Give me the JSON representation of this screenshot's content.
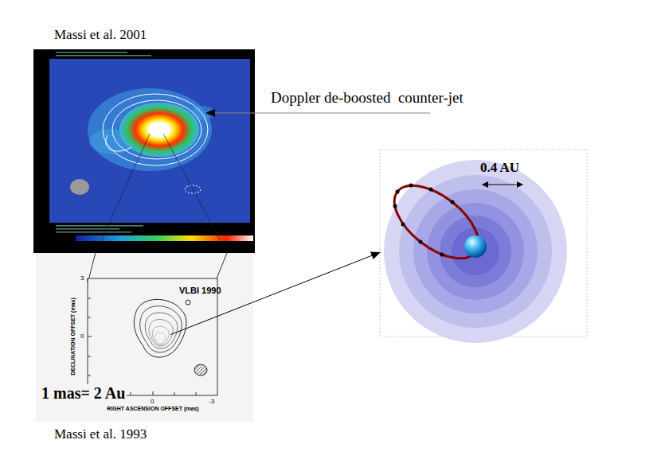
{
  "diagram": {
    "nodes": [
      {
        "text": [
          "Massi et al. 2001"
        ]
      },
      {
        "text": [
          "VLBI 1990",
          "DECLINATION OFFSET (mas)",
          "RIGHT ASCENSION OFFSET (mas)",
          "1 mas= 2 Au",
          "Massi et al. 1993"
        ]
      },
      {
        "text": [
          "0.4 AU"
        ]
      }
    ],
    "edges": [
      {
        "from": 0,
        "to": 1,
        "arrow": "none"
      },
      {
        "from": 0,
        "to": 1,
        "arrow": "none"
      },
      {
        "from": 1,
        "to": 2,
        "arrow": "to"
      }
    ],
    "labels": [
      "Doppler de-boosted  counter-jet",
      "3",
      "0",
      "0",
      "-3"
    ]
  }
}
